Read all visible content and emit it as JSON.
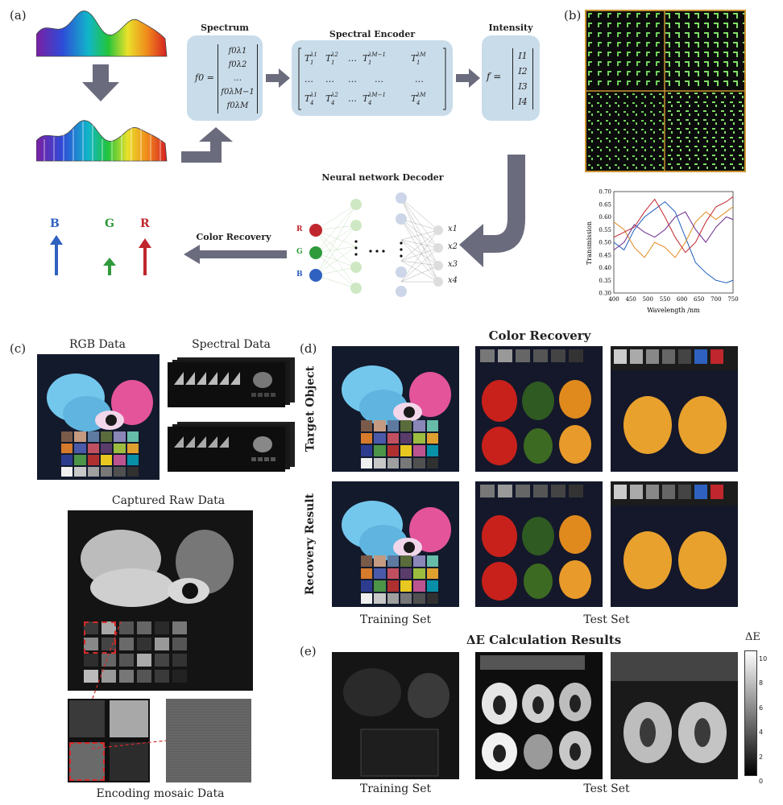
{
  "labels": {
    "a": "(a)",
    "b": "(b)",
    "c": "(c)",
    "d": "(d)",
    "e": "(e)"
  },
  "panel_a": {
    "spectrum_title": "Spectrum",
    "encoder_title": "Spectral Encoder",
    "intensity_title": "Intensity",
    "decoder_title": "Neural network Decoder",
    "color_recovery": "Color Recovery",
    "rgb_letters": [
      "B",
      "G",
      "R"
    ],
    "node_rgb": [
      "R",
      "G",
      "B"
    ],
    "outputs": [
      "x1",
      "x2",
      "x3",
      "x4"
    ],
    "spectrum_lhs": "f0 =",
    "spectrum_entries": [
      "f0λ1",
      "f0λ2",
      "…",
      "f0λM−1",
      "f0λM"
    ],
    "intensity_lhs": "f =",
    "intensity_entries": [
      "I1",
      "I2",
      "I3",
      "I4"
    ]
  },
  "panel_b": {
    "chart_data": {
      "type": "line",
      "xlabel": "Wavelength /nm",
      "ylabel": "Transmission",
      "xlim": [
        400,
        750
      ],
      "ylim": [
        0.3,
        0.7
      ],
      "xticks": [
        400,
        450,
        500,
        550,
        600,
        650,
        700,
        750
      ],
      "yticks": [
        0.3,
        0.35,
        0.4,
        0.45,
        0.5,
        0.55,
        0.6,
        0.65,
        0.7
      ],
      "series": [
        {
          "color": "#1f5fbf",
          "x": [
            400,
            430,
            460,
            490,
            520,
            550,
            580,
            610,
            640,
            670,
            700,
            730,
            750
          ],
          "y": [
            0.5,
            0.47,
            0.55,
            0.6,
            0.63,
            0.66,
            0.62,
            0.52,
            0.42,
            0.38,
            0.35,
            0.34,
            0.35
          ]
        },
        {
          "color": "#e08a1e",
          "x": [
            400,
            430,
            460,
            490,
            520,
            550,
            580,
            610,
            640,
            670,
            700,
            730,
            750
          ],
          "y": [
            0.58,
            0.55,
            0.48,
            0.44,
            0.5,
            0.48,
            0.44,
            0.5,
            0.58,
            0.62,
            0.59,
            0.62,
            0.64
          ]
        },
        {
          "color": "#c0262d",
          "x": [
            400,
            430,
            460,
            490,
            520,
            550,
            580,
            610,
            640,
            670,
            700,
            730,
            750
          ],
          "y": [
            0.52,
            0.54,
            0.56,
            0.62,
            0.67,
            0.6,
            0.52,
            0.46,
            0.5,
            0.58,
            0.64,
            0.66,
            0.68
          ]
        },
        {
          "color": "#6a2c8c",
          "x": [
            400,
            430,
            460,
            490,
            520,
            550,
            580,
            610,
            640,
            670,
            700,
            730,
            750
          ],
          "y": [
            0.47,
            0.5,
            0.57,
            0.54,
            0.52,
            0.55,
            0.6,
            0.62,
            0.55,
            0.5,
            0.56,
            0.6,
            0.59
          ]
        }
      ]
    }
  },
  "panel_c": {
    "rgb_title": "RGB Data",
    "spectral_title": "Spectral Data",
    "raw_title": "Captured Raw Data",
    "mosaic_caption": "Encoding mosaic Data"
  },
  "panel_d": {
    "title": "Color Recovery",
    "row_target": "Target Object",
    "row_result": "Recovery Result",
    "col_train": "Training Set",
    "col_test": "Test Set"
  },
  "panel_e": {
    "title": "ΔE Calculation Results",
    "col_train": "Training Set",
    "col_test": "Test Set",
    "colorbar_label": "ΔE",
    "colorbar_ticks": [
      "10",
      "8",
      "6",
      "4",
      "2",
      "0"
    ]
  }
}
